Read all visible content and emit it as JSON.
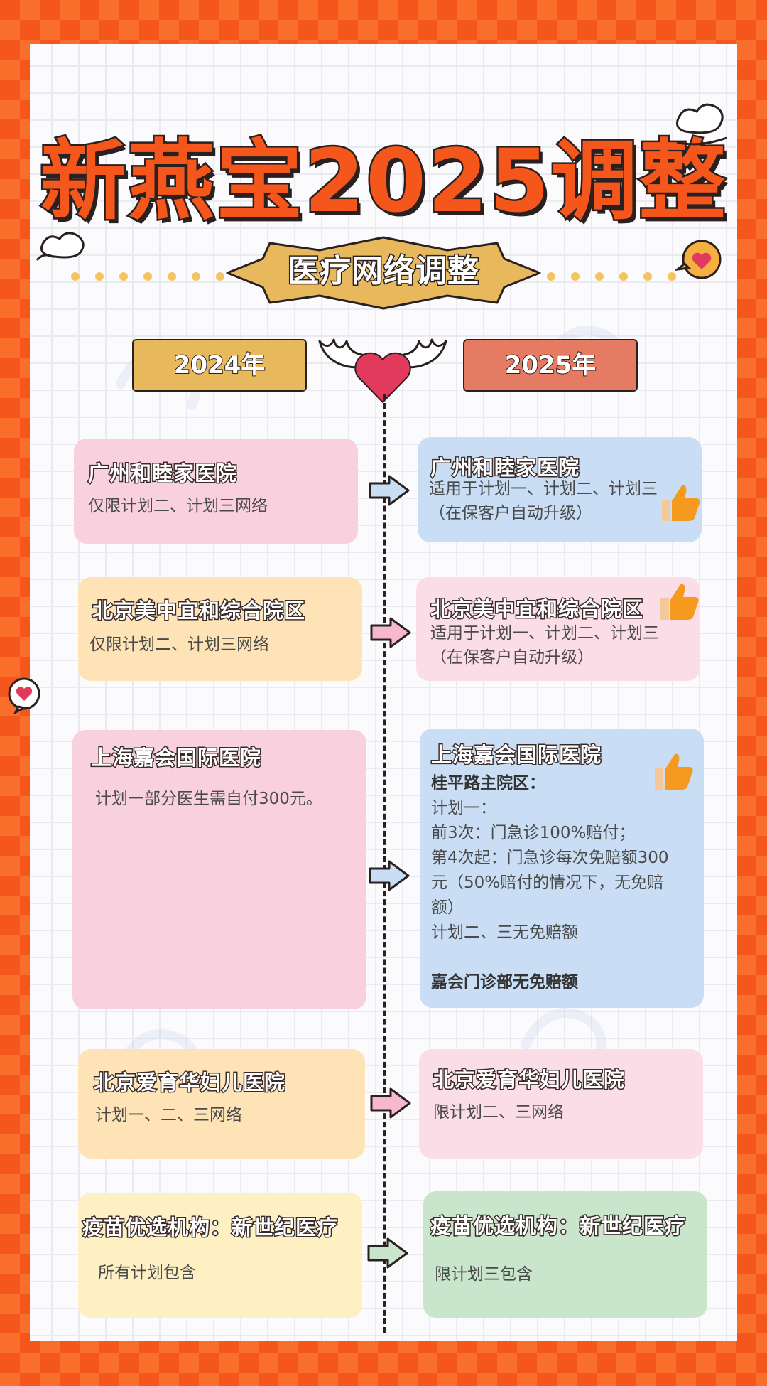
{
  "title": "新燕宝2025调整",
  "subtitle": "医疗网络调整",
  "years": {
    "left": "2024年",
    "right": "2025年"
  },
  "colors": {
    "frame": "#f4561b",
    "title_fill": "#f4561b",
    "badge": "#e7b95c",
    "year_2024": "#e7b95c",
    "year_2025": "#e47b62",
    "heart": "#e23a5c",
    "pink": "#f9d0de",
    "yellow": "#fde3b6",
    "blue": "#c9def4",
    "light_pink": "#fbdde8",
    "cream": "#fef0c2",
    "green": "#c9e5cc"
  },
  "icons": [
    "heart-wings-icon",
    "speech-heart-icon",
    "cloud-doodle-icon",
    "thumbs-up-icon",
    "arrow-right-icon"
  ],
  "rows": [
    {
      "left": {
        "title": "广州和睦家医院",
        "lines": [
          "仅限计划二、计划三网络"
        ]
      },
      "right": {
        "title": "广州和睦家医院",
        "lines": [
          "适用于计划一、计划二、计划三",
          "（在保客户自动升级）"
        ]
      }
    },
    {
      "left": {
        "title": "北京美中宜和综合院区",
        "lines": [
          "仅限计划二、计划三网络"
        ]
      },
      "right": {
        "title": "北京美中宜和综合院区",
        "lines": [
          "适用于计划一、计划二、计划三",
          "（在保客户自动升级）"
        ]
      }
    },
    {
      "left": {
        "title": "上海嘉会国际医院",
        "lines": [
          "计划一部分医生需自付300元。"
        ]
      },
      "right": {
        "title": "上海嘉会国际医院",
        "lines": [
          "桂平路主院区：",
          "计划一：",
          "前3次：门急诊100%赔付；",
          "第4次起：门急诊每次免赔额300",
          "元（50%赔付的情况下，无免赔",
          "额）",
          "计划二、三无免赔额",
          "",
          "嘉会门诊部无免赔额"
        ]
      }
    },
    {
      "left": {
        "title": "北京爱育华妇儿医院",
        "lines": [
          "计划一、二、三网络"
        ]
      },
      "right": {
        "title": "北京爱育华妇儿医院",
        "lines": [
          "限计划二、三网络"
        ]
      }
    },
    {
      "left": {
        "title": "疫苗优选机构：新世纪医疗",
        "lines": [
          "所有计划包含"
        ]
      },
      "right": {
        "title": "疫苗优选机构：新世纪医疗",
        "lines": [
          "限计划三包含"
        ]
      }
    }
  ]
}
